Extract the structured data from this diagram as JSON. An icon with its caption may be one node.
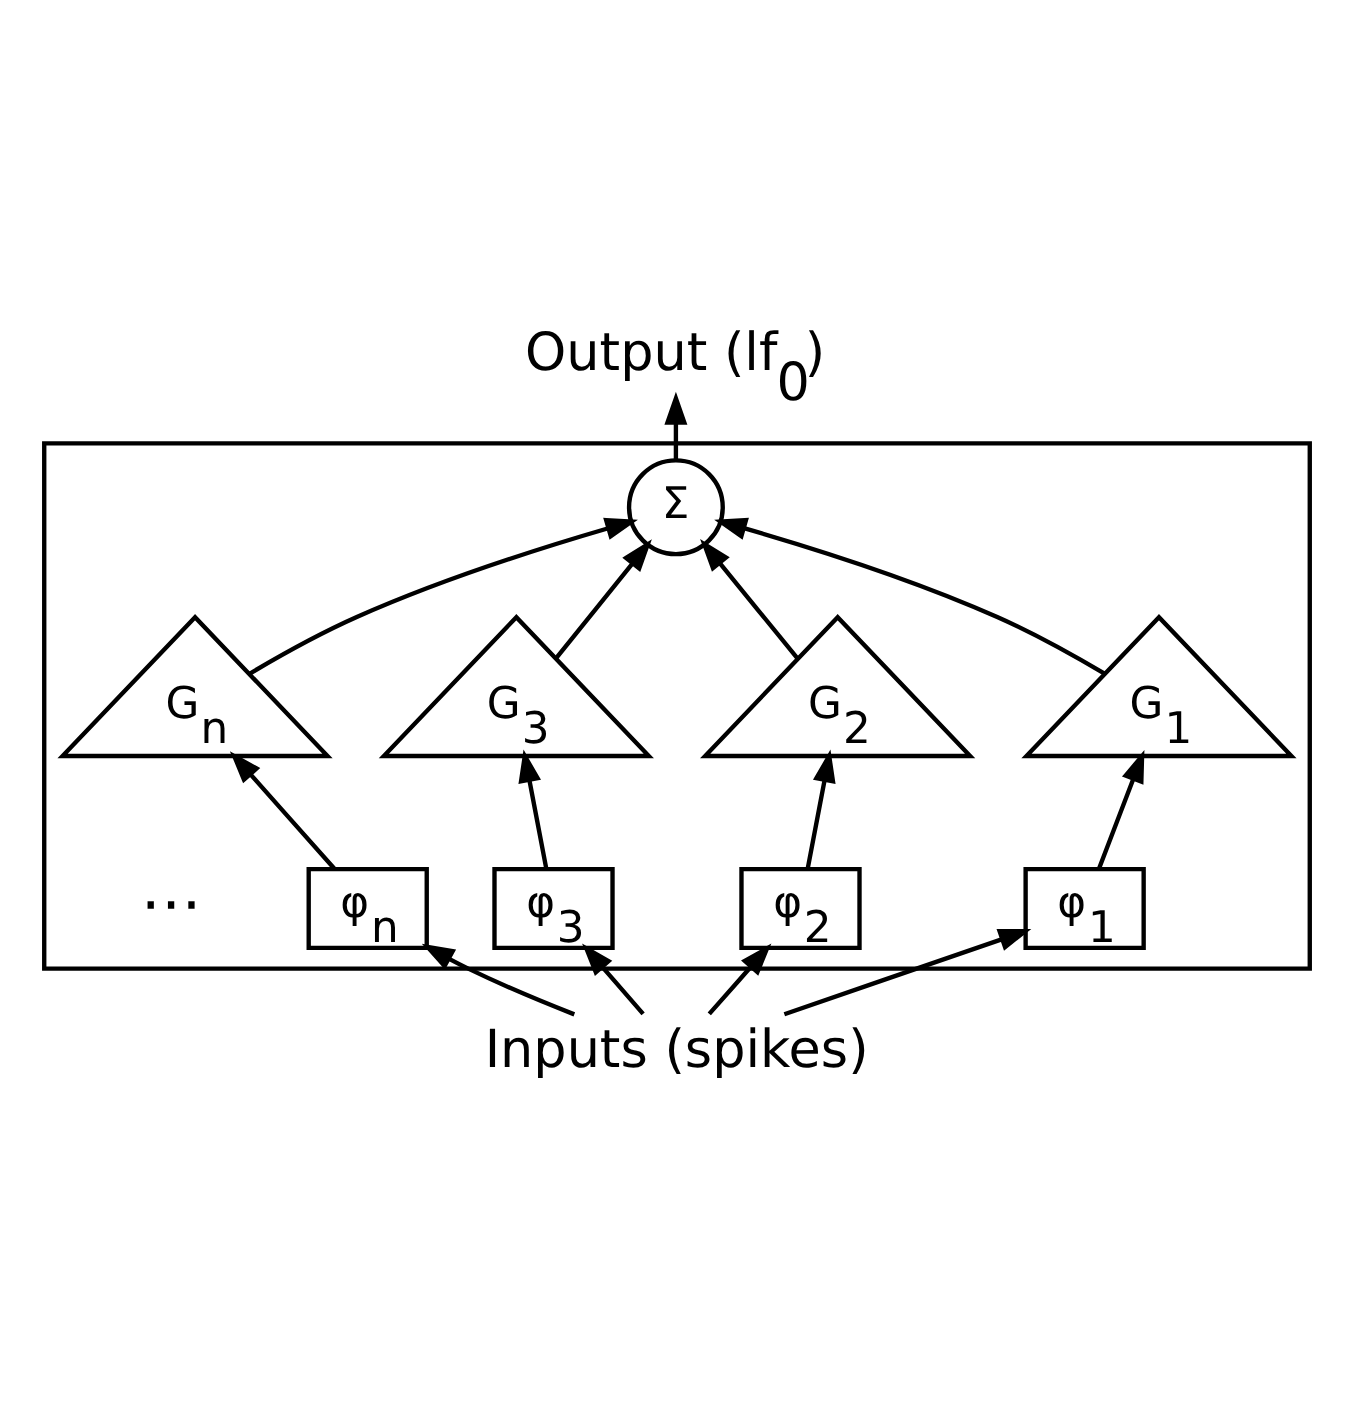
{
  "diagram": {
    "nodes": [
      {
        "text": [],
        "shape": "box"
      },
      {
        "text": [
          "Σ"
        ],
        "in": 0
      },
      {
        "text": [
          "G$_{1}$"
        ],
        "in": 0
      },
      {
        "text": [
          "G$_{2}$"
        ],
        "in": 0
      },
      {
        "text": [
          "G$_{3}$"
        ],
        "in": 0
      },
      {
        "text": [
          "G$_{n}$"
        ],
        "in": 0
      },
      {
        "text": [
          "φ$_{1}$"
        ],
        "in": 0
      },
      {
        "text": [
          "φ$_{2}$"
        ],
        "in": 0
      },
      {
        "text": [
          "φ$_{3}$"
        ],
        "in": 0
      },
      {
        "text": [
          "φ$_{n}$"
        ],
        "in": 0
      },
      {
        "text": [
          "Output (lf$_{0}$)"
        ]
      },
      {
        "text": [
          "Inputs (spikes)"
        ]
      }
    ],
    "edges": [
      {
        "from": 6,
        "to": 2,
        "arrow": "to"
      },
      {
        "from": 7,
        "to": 3,
        "arrow": "to"
      },
      {
        "from": 8,
        "to": 4,
        "arrow": "to"
      },
      {
        "from": 9,
        "to": 5,
        "arrow": "to"
      },
      {
        "from": 2,
        "to": 1,
        "arrow": "to"
      },
      {
        "from": 3,
        "to": 1,
        "arrow": "to"
      },
      {
        "from": 4,
        "to": 1,
        "arrow": "to"
      },
      {
        "from": 5,
        "to": 1,
        "arrow": "to"
      },
      {
        "from": 1,
        "to": 10,
        "arrow": "to"
      },
      {
        "from": 11,
        "to": 6,
        "arrow": "to"
      },
      {
        "from": 11,
        "to": 7,
        "arrow": "to"
      },
      {
        "from": 11,
        "to": 8,
        "arrow": "to"
      },
      {
        "from": 11,
        "to": 9,
        "arrow": "to"
      }
    ],
    "labels": [
      "⋯"
    ]
  }
}
